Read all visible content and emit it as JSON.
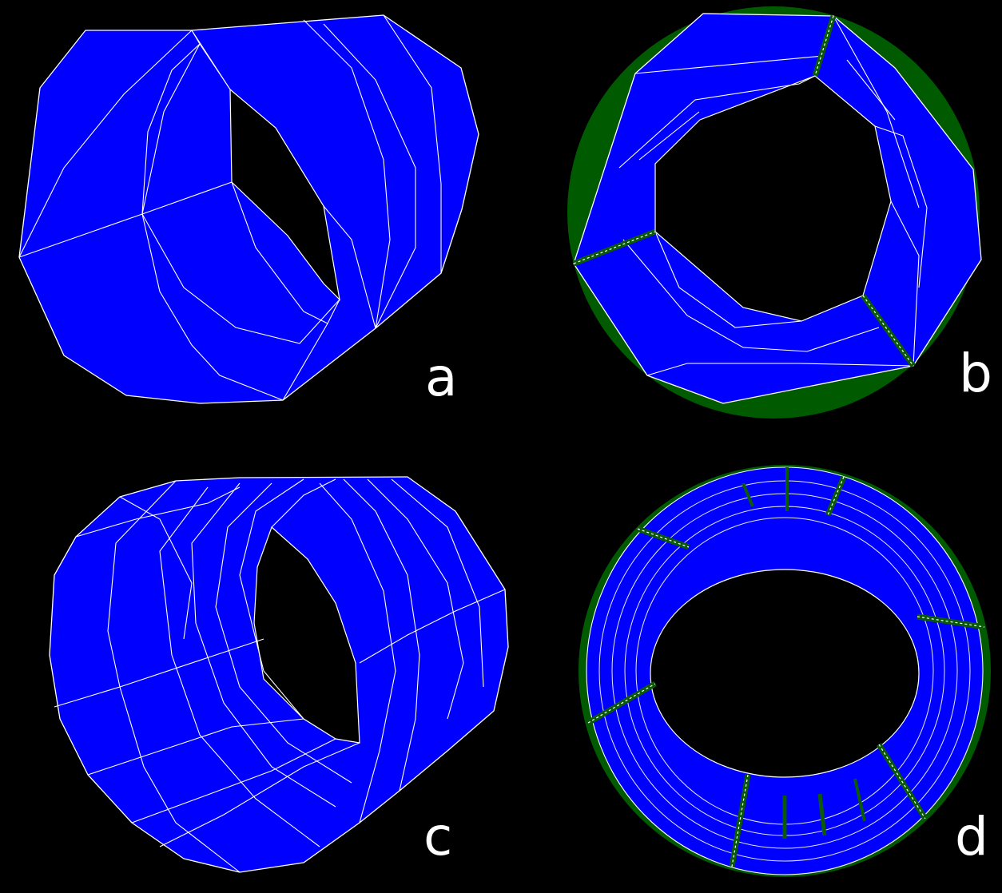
{
  "panels": [
    {
      "id": "a",
      "label": "a"
    },
    {
      "id": "b",
      "label": "b"
    },
    {
      "id": "c",
      "label": "c"
    },
    {
      "id": "d",
      "label": "d"
    }
  ],
  "colors": {
    "background": "#000000",
    "surface": "#0000ff",
    "edges": "#ffffff",
    "shell": "#005a00"
  }
}
